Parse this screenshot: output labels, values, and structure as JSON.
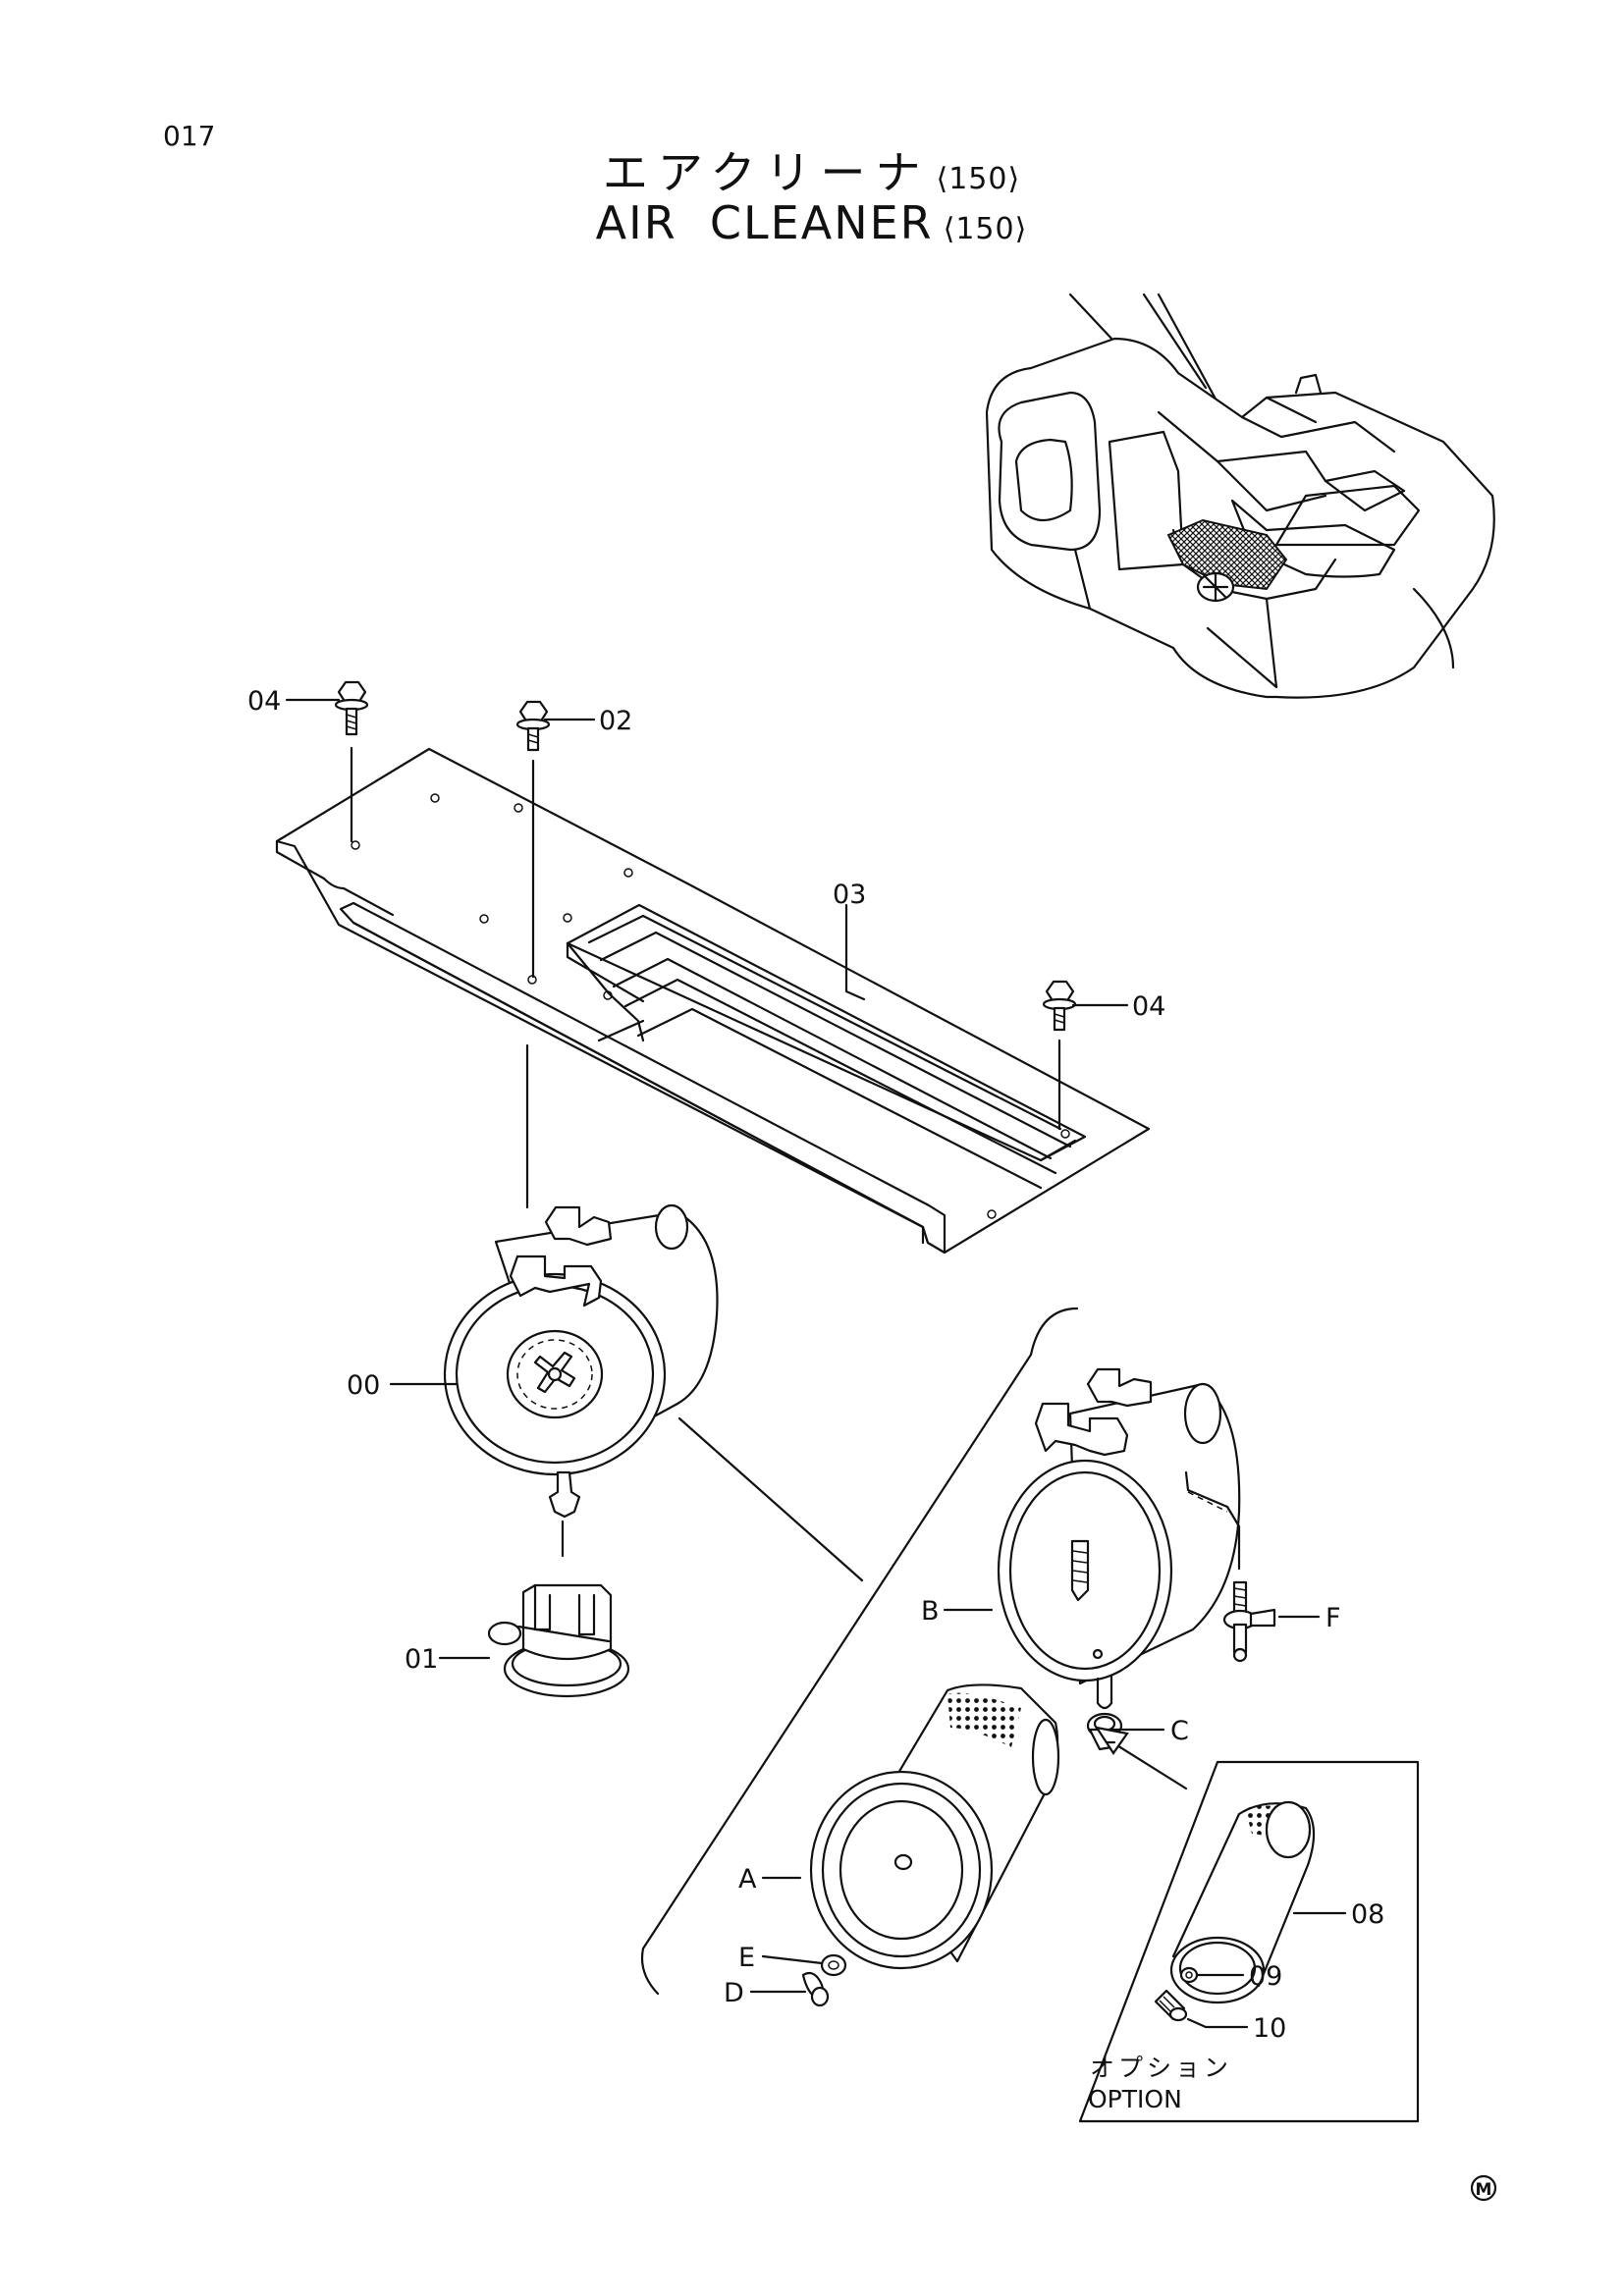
{
  "page_number": "017",
  "title": {
    "jp": "エアクリーナ",
    "en": "AIR  CLEANER",
    "variant": "⟨150⟩"
  },
  "callouts": {
    "p00": "00",
    "p01": "01",
    "p02": "02",
    "p03": "03",
    "p04a": "04",
    "p04b": "04",
    "p08": "08",
    "p09": "09",
    "p10": "10",
    "pA": "A",
    "pB": "B",
    "pC": "C",
    "pD": "D",
    "pE": "E",
    "pF": "F"
  },
  "option_box": {
    "jp": "オプション",
    "en": "OPTION"
  },
  "mark": "M"
}
